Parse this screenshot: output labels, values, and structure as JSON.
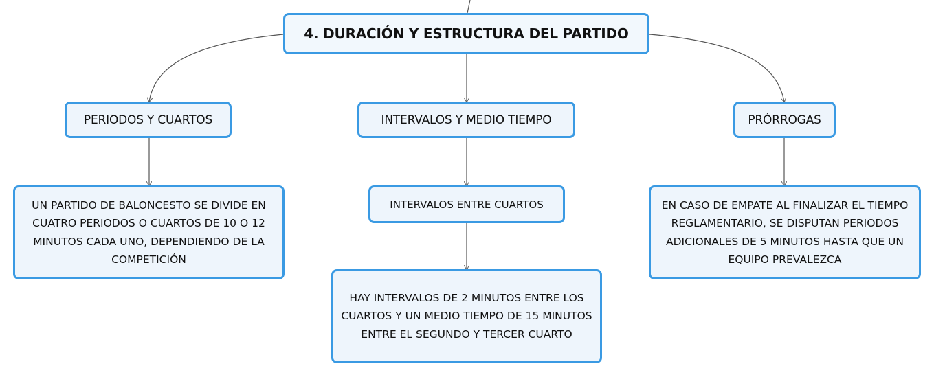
{
  "diagram": {
    "root": {
      "label": "4. DURACIÓN Y ESTRUCTURA DEL PARTIDO"
    },
    "branches": [
      {
        "label": "PERIODOS Y CUARTOS",
        "detail": "UN PARTIDO DE BALONCESTO SE DIVIDE EN CUATRO PERIODOS O CUARTOS DE 10 O 12 MINUTOS CADA UNO, DEPENDIENDO DE LA COMPETICIÓN"
      },
      {
        "label": "INTERVALOS Y MEDIO TIEMPO",
        "sub": "INTERVALOS ENTRE CUARTOS",
        "detail": "HAY INTERVALOS DE 2 MINUTOS ENTRE LOS CUARTOS Y UN MEDIO TIEMPO DE 15 MINUTOS ENTRE EL SEGUNDO Y TERCER CUARTO"
      },
      {
        "label": "PRÓRROGAS",
        "detail": "EN CASO DE EMPATE AL FINALIZAR EL TIEMPO REGLAMENTARIO, SE DISPUTAN PERIODOS ADICIONALES DE 5 MINUTOS HASTA QUE UN EQUIPO PREVALEZCA"
      }
    ]
  },
  "colors": {
    "node_border": "#3a9ae3",
    "node_fill": "#eef5fc",
    "connector": "#555555",
    "text": "#111111"
  }
}
